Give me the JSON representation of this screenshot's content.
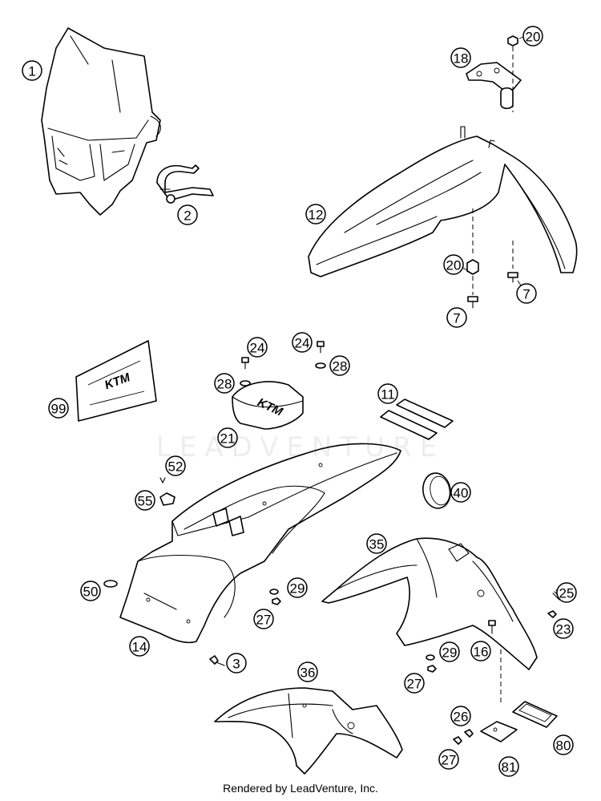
{
  "watermark": "LEADVENTURE",
  "footer": "Rendered by LeadVenture, Inc.",
  "decals": {
    "brand_logo": "KTM",
    "seat_logo": "KTM"
  },
  "callouts": [
    "1",
    "2",
    "18",
    "20",
    "12",
    "20",
    "7",
    "7",
    "99",
    "24",
    "24",
    "28",
    "28",
    "21",
    "11",
    "52",
    "55",
    "40",
    "35",
    "25",
    "23",
    "50",
    "29",
    "27",
    "14",
    "3",
    "16",
    "29",
    "27",
    "36",
    "26",
    "27",
    "81",
    "80"
  ]
}
